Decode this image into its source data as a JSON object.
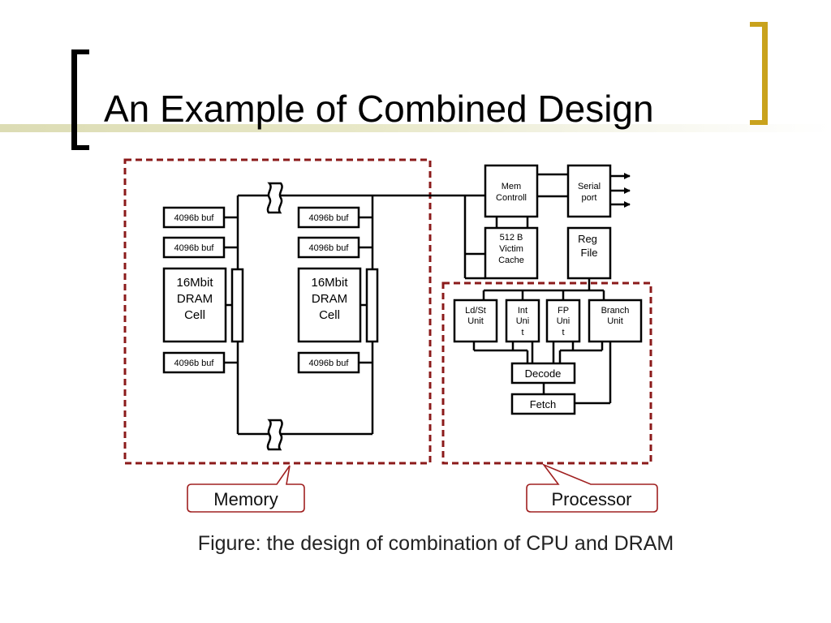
{
  "slide": {
    "title": "An Example of Combined Design",
    "caption": "Figure: the design of combination of CPU and DRAM"
  },
  "colors": {
    "accent_gold": "#c9a21c",
    "dashed_region": "#8b1a1a",
    "callout_border": "#a02020",
    "title_bar": "#dcdcb4"
  },
  "memory": {
    "buffers": {
      "top_left_1": "4096b buf",
      "top_left_2": "4096b buf",
      "top_right_1": "4096b buf",
      "top_right_2": "4096b buf",
      "bottom_left": "4096b buf",
      "bottom_right": "4096b buf"
    },
    "dram_left": [
      "16Mbit",
      "DRAM",
      "Cell"
    ],
    "dram_right": [
      "16Mbit",
      "DRAM",
      "Cell"
    ]
  },
  "processor": {
    "mem_controll": [
      "Mem",
      "Controll"
    ],
    "serial_port": [
      "Serial",
      "port"
    ],
    "victim_cache": [
      "512 B",
      "Victim",
      "Cache"
    ],
    "reg_file": [
      "Reg",
      "File"
    ],
    "ldst_unit": [
      "Ld/St",
      "Unit"
    ],
    "int_unit": [
      "Int",
      "Uni",
      "t"
    ],
    "fp_unit": [
      "FP",
      "Uni",
      "t"
    ],
    "branch_unit": [
      "Branch",
      "Unit"
    ],
    "decode": "Decode",
    "fetch": "Fetch"
  },
  "callouts": {
    "memory": "Memory",
    "processor": "Processor"
  }
}
